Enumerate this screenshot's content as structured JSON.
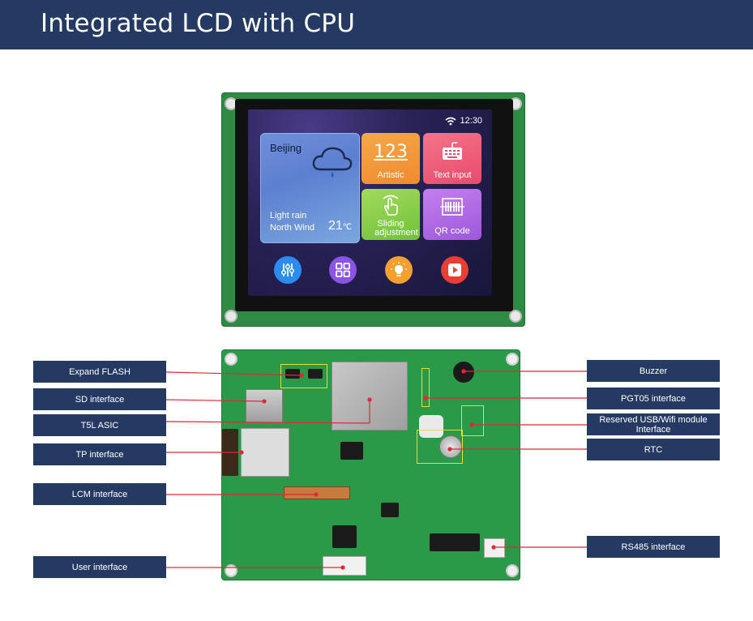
{
  "header": {
    "title": "Integrated LCD with CPU"
  },
  "screen": {
    "status_time": "12:30",
    "weather": {
      "city": "Beijing",
      "condition": "Light rain",
      "wind": "North Wind",
      "temperature": "21",
      "unit": "℃"
    },
    "tiles": [
      {
        "number": "123",
        "label": "Artistic"
      },
      {
        "label": "Text input"
      },
      {
        "label": "Sliding adjustment"
      },
      {
        "label": "QR code"
      }
    ]
  },
  "labels_left": [
    "Expand FLASH",
    "SD interface",
    "T5L ASIC",
    "TP interface",
    "LCM interface",
    "User interface"
  ],
  "labels_right": [
    "Buzzer",
    "PGT05 interface",
    "Reserved USB/Wifi module Interface",
    "RTC",
    "RS485 interface"
  ],
  "colors": {
    "header": "#243a63",
    "label_box": "#243a63",
    "leader_line": "#e0283a",
    "pcb_green": "#2b9a48"
  }
}
